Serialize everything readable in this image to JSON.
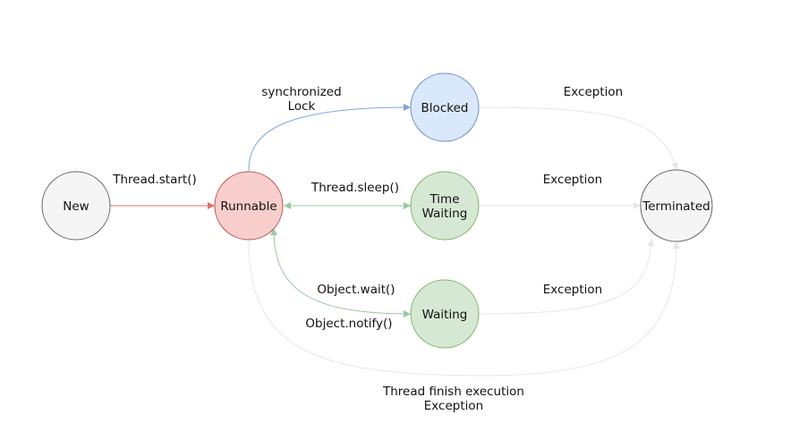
{
  "states": {
    "new": {
      "label": "New",
      "fill": "#f5f5f5",
      "stroke": "#666666"
    },
    "runnable": {
      "label": "Runnable",
      "fill": "#f8cecc",
      "stroke": "#b85450"
    },
    "blocked": {
      "label": "Blocked",
      "fill": "#dae8fc",
      "stroke": "#6c8ebf"
    },
    "time_waiting": {
      "label_line1": "Time",
      "label_line2": "Waiting",
      "fill": "#d5e8d4",
      "stroke": "#82b366"
    },
    "waiting": {
      "label": "Waiting",
      "fill": "#d5e8d4",
      "stroke": "#82b366"
    },
    "terminated": {
      "label": "Terminated",
      "fill": "#f5f5f5",
      "stroke": "#666666"
    }
  },
  "transitions": {
    "start": {
      "label": "Thread.start()",
      "color": "#ea6b66"
    },
    "lock": {
      "label_line1": "synchronized",
      "label_line2": "Lock",
      "color": "#7ea6e0"
    },
    "sleep": {
      "label": "Thread.sleep()",
      "color": "#9ac7a3"
    },
    "wait": {
      "label": "Object.wait()",
      "color": "#9ac7a3"
    },
    "notify": {
      "label": "Object.notify()"
    },
    "blocked_exception": {
      "label": "Exception",
      "color": "#e6e6e6"
    },
    "time_waiting_exception": {
      "label": "Exception",
      "color": "#e6e6e6"
    },
    "waiting_exception": {
      "label": "Exception",
      "color": "#e6e6e6"
    },
    "finish": {
      "label_line1": "Thread finish execution",
      "label_line2": "Exception",
      "color": "#e6e6e6"
    }
  }
}
